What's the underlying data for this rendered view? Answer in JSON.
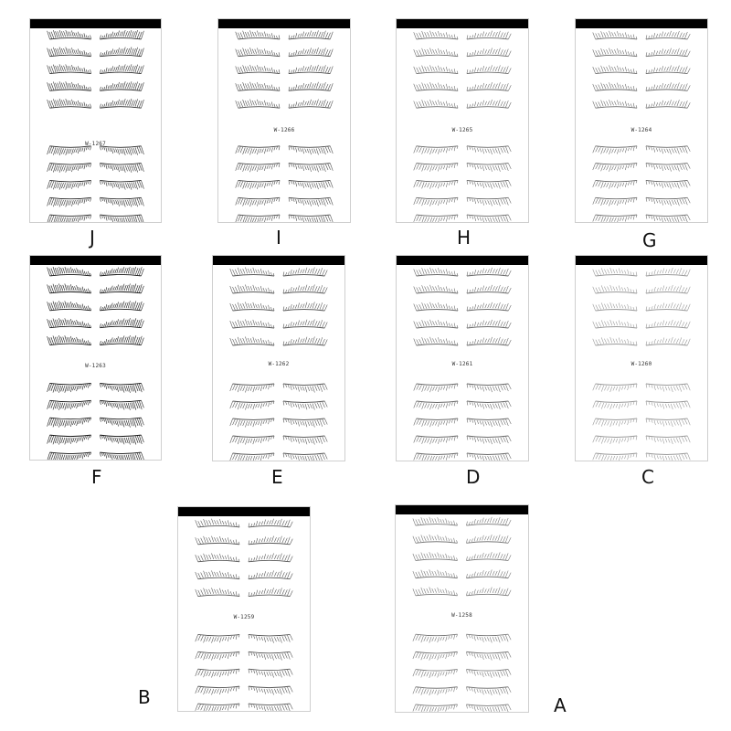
{
  "panels": [
    {
      "letter": "J",
      "code": "W-1267",
      "ink": "#2a2a2a",
      "density": 0.95
    },
    {
      "letter": "I",
      "code": "W-1266",
      "ink": "#4a4a4a",
      "density": 0.75
    },
    {
      "letter": "H",
      "code": "W-1265",
      "ink": "#6a6a6a",
      "density": 0.65
    },
    {
      "letter": "G",
      "code": "W-1264",
      "ink": "#6a6a6a",
      "density": 0.6
    },
    {
      "letter": "F",
      "code": "W-1263",
      "ink": "#111111",
      "density": 1.0
    },
    {
      "letter": "E",
      "code": "W-1262",
      "ink": "#5a5a5a",
      "density": 0.7
    },
    {
      "letter": "D",
      "code": "W-1261",
      "ink": "#6a6a6a",
      "density": 0.6
    },
    {
      "letter": "C",
      "code": "W-1260",
      "ink": "#9a9a9a",
      "density": 0.55
    },
    {
      "letter": "B",
      "code": "W-1259",
      "ink": "#555555",
      "density": 0.65
    },
    {
      "letter": "A",
      "code": "W-1258",
      "ink": "#777777",
      "density": 0.6
    }
  ]
}
